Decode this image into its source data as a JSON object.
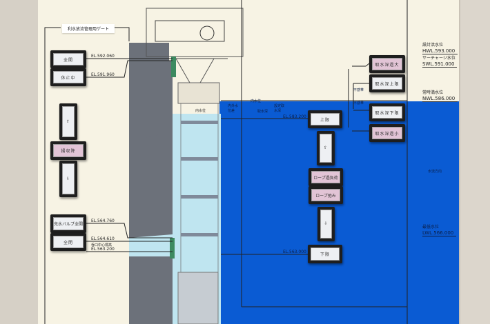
{
  "title": "利水放流管理用ゲート",
  "left_buttons": [
    {
      "label": "全開"
    },
    {
      "label": "休止中"
    },
    {
      "label": "揚収降"
    },
    {
      "label": "充水バルブ全開"
    },
    {
      "label": "全閉"
    }
  ],
  "left_arrows": {
    "up": "⇧",
    "down": "⇩"
  },
  "left_elevations": [
    "EL.592.060",
    "EL.591.960",
    "EL.564.760",
    "EL.564.610",
    "呑口中心標高",
    "EL.563.200"
  ],
  "center_buttons": [
    {
      "label": "上限"
    },
    {
      "label": "ロープ過負荷"
    },
    {
      "label": "ロープ弛み"
    },
    {
      "label": "下限"
    }
  ],
  "center_arrows": {
    "up": "⇧",
    "down": "⇩"
  },
  "center_elevations": [
    "EL.583.200",
    "EL.563.000"
  ],
  "right_buttons": [
    {
      "label": "取水深過大"
    },
    {
      "label": "取水深上限"
    },
    {
      "label": "取水深下限"
    },
    {
      "label": "取水深過小"
    }
  ],
  "water_levels": [
    {
      "name": "設計洪水位",
      "value": "HWL.593.000"
    },
    {
      "name": "サーチャージ水位",
      "value": "SWL.591.000"
    },
    {
      "name": "常時満水位",
      "value": "NWL.586.000"
    },
    {
      "name": "最低水位",
      "value": "LWL.566.000"
    }
  ],
  "diagram_labels": {
    "inner_level": "内水位",
    "inner_level2": "内水位",
    "level_diff": "内外水位差",
    "intake_depth": "取水深",
    "set_depth": "設定取水深",
    "deadband1": "不感帯",
    "deadband2": "不感帯",
    "flow": "水流方向"
  },
  "colors": {
    "reservoir": "#0a5bd3",
    "inner_water": "#bfe5f0",
    "dam": "#6c717a",
    "panel": "#f7f3e4"
  }
}
